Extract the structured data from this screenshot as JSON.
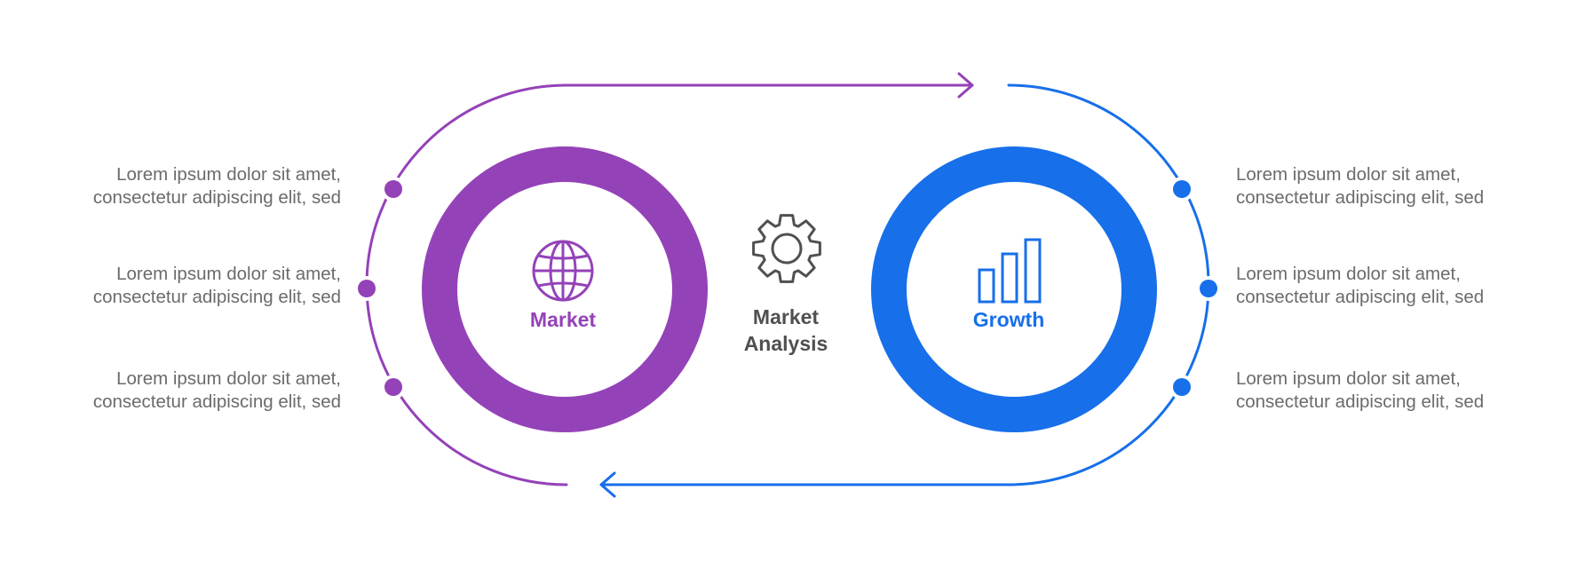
{
  "colors": {
    "purple": "#9442b8",
    "blue": "#176fea",
    "text_gray": "#6b6b6b",
    "dark_gray": "#505050",
    "background": "#ffffff"
  },
  "left_ring": {
    "label": "Market",
    "icon": "globe-icon"
  },
  "right_ring": {
    "label": "Growth",
    "icon": "bar-chart-icon"
  },
  "center": {
    "line1": "Market",
    "line2": "Analysis",
    "icon": "gear-icon"
  },
  "left_items": [
    {
      "line1": "Lorem ipsum dolor sit amet,",
      "line2": "consectetur adipiscing elit, sed"
    },
    {
      "line1": "Lorem ipsum dolor sit amet,",
      "line2": "consectetur adipiscing elit, sed"
    },
    {
      "line1": "Lorem ipsum dolor sit amet,",
      "line2": "consectetur adipiscing elit, sed"
    }
  ],
  "right_items": [
    {
      "line1": "Lorem ipsum dolor sit amet,",
      "line2": "consectetur adipiscing elit, sed"
    },
    {
      "line1": "Lorem ipsum dolor sit amet,",
      "line2": "consectetur adipiscing elit, sed"
    },
    {
      "line1": "Lorem ipsum dolor sit amet,",
      "line2": "consectetur adipiscing elit, sed"
    }
  ]
}
